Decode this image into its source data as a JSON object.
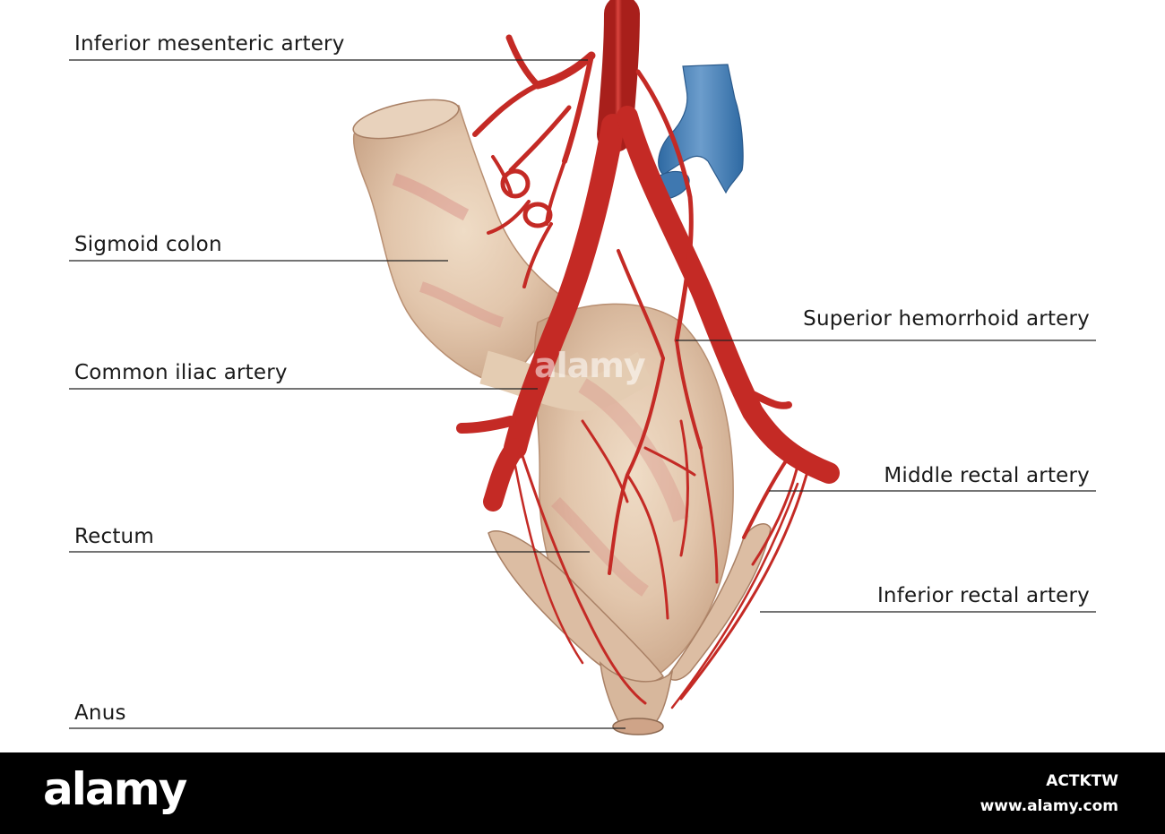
{
  "labels": {
    "inferior_mesenteric_artery": "Inferior mesenteric artery",
    "sigmoid_colon": "Sigmoid colon",
    "common_iliac_artery": "Common iliac artery",
    "rectum": "Rectum",
    "anus": "Anus",
    "superior_hemorrhoid_artery": "Superior hemorrhoid artery",
    "middle_rectal_artery": "Middle rectal artery",
    "inferior_rectal_artery": "Inferior rectal artery"
  },
  "watermark": "alamy",
  "footer": {
    "brand": "alamy",
    "image_id": "ACTKTW",
    "site": "www.alamy.com"
  },
  "colors": {
    "artery": "#c42a25",
    "artery_highlight": "#e0605a",
    "vein": "#4a7fb5",
    "tissue": "#e4ccb2",
    "tissue_blush": "#d88a82",
    "leader_line": "#222222",
    "footer_bg": "#000000"
  }
}
